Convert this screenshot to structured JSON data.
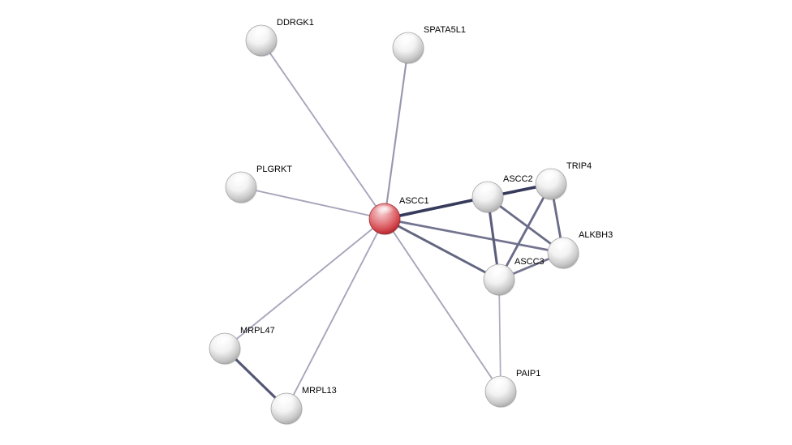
{
  "network": {
    "query_protein": "ASCC1",
    "nodes": [
      {
        "id": "ASCC1",
        "label": "ASCC1",
        "query": true
      },
      {
        "id": "DDRGK1",
        "label": "DDRGK1",
        "query": false
      },
      {
        "id": "SPATA5L1",
        "label": "SPATA5L1",
        "query": false
      },
      {
        "id": "PLGRKT",
        "label": "PLGRKT",
        "query": false
      },
      {
        "id": "ASCC2",
        "label": "ASCC2",
        "query": false
      },
      {
        "id": "TRIP4",
        "label": "TRIP4",
        "query": false
      },
      {
        "id": "ALKBH3",
        "label": "ALKBH3",
        "query": false
      },
      {
        "id": "ASCC3",
        "label": "ASCC3",
        "query": false
      },
      {
        "id": "MRPL47",
        "label": "MRPL47",
        "query": false
      },
      {
        "id": "MRPL13",
        "label": "MRPL13",
        "query": false
      },
      {
        "id": "PAIP1",
        "label": "PAIP1",
        "query": false
      }
    ],
    "edges": [
      {
        "source": "ASCC1",
        "target": "DDRGK1",
        "strength": 0.2
      },
      {
        "source": "ASCC1",
        "target": "SPATA5L1",
        "strength": 0.3
      },
      {
        "source": "ASCC1",
        "target": "PLGRKT",
        "strength": 0.2
      },
      {
        "source": "ASCC1",
        "target": "ASCC2",
        "strength": 0.95
      },
      {
        "source": "ASCC1",
        "target": "ALKBH3",
        "strength": 0.55
      },
      {
        "source": "ASCC1",
        "target": "ASCC3",
        "strength": 0.65
      },
      {
        "source": "ASCC1",
        "target": "MRPL47",
        "strength": 0.2
      },
      {
        "source": "ASCC1",
        "target": "MRPL13",
        "strength": 0.2
      },
      {
        "source": "ASCC1",
        "target": "PAIP1",
        "strength": 0.2
      },
      {
        "source": "ASCC2",
        "target": "TRIP4",
        "strength": 0.95
      },
      {
        "source": "ASCC2",
        "target": "ALKBH3",
        "strength": 0.6
      },
      {
        "source": "ASCC2",
        "target": "ASCC3",
        "strength": 0.7
      },
      {
        "source": "TRIP4",
        "target": "ALKBH3",
        "strength": 0.6
      },
      {
        "source": "TRIP4",
        "target": "ASCC3",
        "strength": 0.6
      },
      {
        "source": "ALKBH3",
        "target": "ASCC3",
        "strength": 0.55
      },
      {
        "source": "ASCC3",
        "target": "PAIP1",
        "strength": 0.15
      },
      {
        "source": "MRPL47",
        "target": "MRPL13",
        "strength": 0.75
      }
    ]
  },
  "colors": {
    "background": "#ffffff",
    "query_node_fill": "#d9363e",
    "node_fill": "#c8c8c8",
    "edge_weak": "#c4c2d4",
    "edge_strong": "#2e3355",
    "label": "#000000"
  }
}
